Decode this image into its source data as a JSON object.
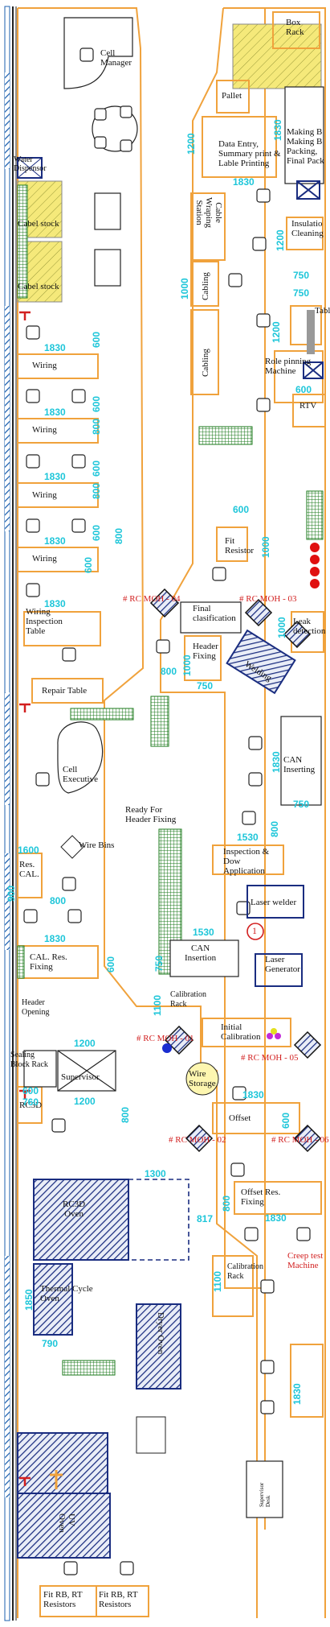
{
  "colors": {
    "outline": "#f0a23c",
    "dimension": "#1ec6d9",
    "tag": "#d21f1f",
    "equipment": "#1a2d80",
    "rack": "#1b7a1b",
    "wall": "#1b5fae",
    "hatch_yellow": "#f5e97a"
  },
  "areas": {
    "cell_manager": "Cell\nManager",
    "water_dispensor": "Water\nDispensor",
    "cabel_stock_1": "Cabel stock",
    "cabel_stock_2": "Cabel stock",
    "wiring_1": "Wiring",
    "wiring_2": "Wiring",
    "wiring_3": "Wiring",
    "wiring_4": "Wiring",
    "wiring_inspection": "Wiring\nInspection\nTable",
    "repair_table": "Repair Table",
    "cell_executive": "Cell\nExecutive",
    "wire_bins": "Wire Bins",
    "res_cal": "Res.\nCAL.",
    "cal_res_fixing": "CAL. Res.\nFixing",
    "header_opening": "Header\nOpening",
    "sealing_block_rack": "Sealing\nBlock Rack",
    "supervisor": "Supervisor",
    "rc3d": "RC3D",
    "rc3d_oven": "RC3D\nOven",
    "thermal_cycle_oven": "Thermal Cycle\nOven",
    "dryer_oven": "Dryer Oven",
    "uv_oven": "UV\nOven",
    "fit_rb_rt_1": "Fit RB, RT\nResistors",
    "fit_rb_rt_2": "Fit RB, RT\nResistors",
    "box_rack": "Box\nRack",
    "pallet": "Pallet",
    "data_entry": "Data Entry,\nSummary print &\nLable Printing",
    "making_packing": "Making B\nMaking B\nPacking,\nFinal Pack",
    "cable_wraping": "Cable\nWraping\nStation",
    "cabling_1": "Cabling",
    "cabling_2": "Cabling",
    "insulation_cleaning": "Insulatio\nCleaning",
    "table": "Table",
    "role_pinning": "Role pinning\nMachine",
    "rtv": "RTV",
    "fit_resistor": "Fit\nResistor",
    "final_clasification": "Final\nclasification",
    "header_fixing": "Header\nFixing",
    "welding": "Welding",
    "leak_detection": "Leak\ndetection",
    "can_inserting": "CAN\nInserting",
    "ready_for_header": "Ready For\nHeader Fixing",
    "inspection_dow": "Inspection &\nDow\nApplication",
    "laser_welder": "Laser welder",
    "can_insertion": "CAN\nInsertion",
    "laser_generator": "Laser\nGenerator",
    "calibration_rack": "Calibration\nRack",
    "initial_calibration": "Initial\nCalibration",
    "wire_storage": "Wire\nStorage",
    "offset": "Offset",
    "offset_res_fixing": "Offset Res.\nFixing",
    "calibration_rack_2": "Calibration\nRack",
    "creep_test": "Creep test\nMachine",
    "supervisor_desk": "Supervisor\nDesk"
  },
  "tags": {
    "rc_moh_04": "# RC MOH - 04",
    "rc_moh_03": "# RC MOH - 03",
    "rc_moh_01": "# RC MOH - 01",
    "rc_moh_05": "# RC MOH - 05",
    "rc_moh_02": "# RC MOH - 02",
    "rc_moh_06": "# RC MOH - 06",
    "marker_1": "1"
  },
  "dimensions": {
    "d1830_a": "1830",
    "d600_a": "600",
    "d1830_b": "1830",
    "d600_b": "600",
    "d800_a": "800",
    "d1830_c": "1830",
    "d600_c": "600",
    "d800_b": "800",
    "d1830_d": "1830",
    "d600_d": "600",
    "d800_c": "800",
    "d1830_e": "1830",
    "d600_e": "600",
    "d1600": "1600",
    "d900": "900",
    "d800_d": "800",
    "d1830_f": "1830",
    "d600_f": "600",
    "d1200_a": "1200",
    "d760": "760",
    "d600_g": "600",
    "d1200_b": "1200",
    "d800_e": "800",
    "d1300": "1300",
    "d817": "817",
    "d1850": "1850",
    "d790": "790",
    "d1200_top": "1200",
    "d1830_top": "1830",
    "d1830_mid": "1830",
    "d1000_a": "1000",
    "d1200_c": "1200",
    "d750_a": "750",
    "d750_b": "750",
    "d1200_d": "1200",
    "d600_h": "600",
    "d600_i": "600",
    "d1000_b": "1000",
    "d800_f": "800",
    "d1000_c": "1000",
    "d750_c": "750",
    "d1000_d": "1000",
    "d1830_g": "1830",
    "d750_d": "750",
    "d1530_a": "1530",
    "d800_g": "800",
    "d1530_b": "1530",
    "d750_e": "750",
    "d1100_a": "1100",
    "d1830_h": "1830",
    "d600_j": "600",
    "d800_h": "800",
    "d1830_i": "1830",
    "d1100_b": "1100",
    "d1830_j": "1830"
  }
}
